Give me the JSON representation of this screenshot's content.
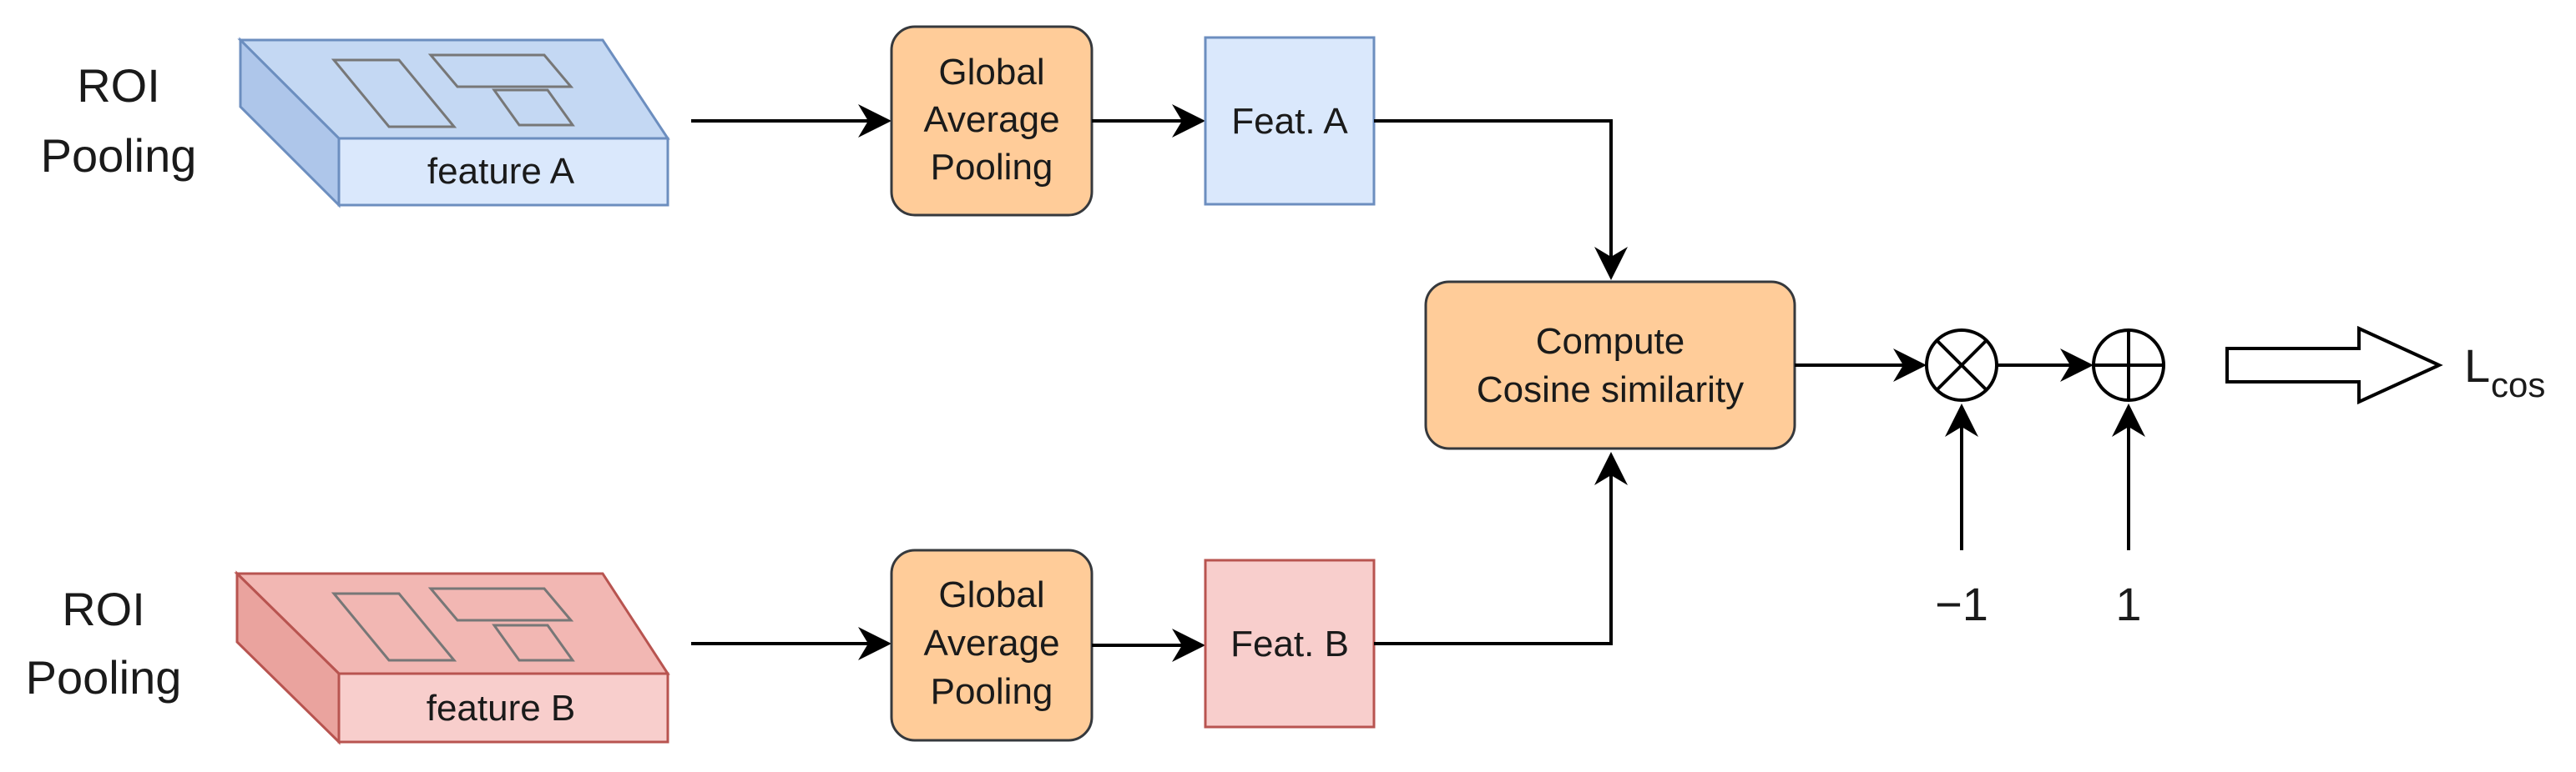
{
  "row_top": {
    "roi_label_line1": "ROI",
    "roi_label_line2": "Pooling",
    "feature_label": "feature A",
    "gap_line1": "Global",
    "gap_line2": "Average",
    "gap_line3": "Pooling",
    "feat_label": "Feat. A"
  },
  "row_bottom": {
    "roi_label_line1": "ROI",
    "roi_label_line2": "Pooling",
    "feature_label": "feature B",
    "gap_line1": "Global",
    "gap_line2": "Average",
    "gap_line3": "Pooling",
    "feat_label": "Feat. B"
  },
  "cosine": {
    "line1": "Compute",
    "line2": "Cosine similarity"
  },
  "multiply_input": "−1",
  "add_input": "1",
  "loss": {
    "base": "L",
    "subscript": "cos"
  },
  "colors": {
    "blue_fill": "#dae8fc",
    "blue_stroke": "#6c8ebf",
    "red_fill": "#f8cecc",
    "red_stroke": "#b85450",
    "orange_fill": "#ffcc99",
    "orange_stroke": "#36393d"
  }
}
